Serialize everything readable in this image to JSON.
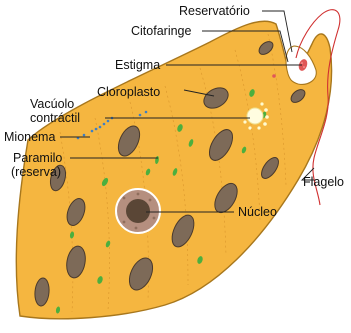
{
  "diagram": {
    "labels": {
      "reservatorio": "Reservatório",
      "citofaringe": "Citofaringe",
      "estigma": "Estigma",
      "cloroplasto": "Cloroplasto",
      "vacuolo_line1": "Vacúolo",
      "vacuolo_line2": "contráctil",
      "mionema": "Mionema",
      "paramilo_line1": "Paramilo",
      "paramilo_line2": "(reserva)",
      "flagelo": "Flagelo",
      "nucleo": "Núcleo"
    },
    "colors": {
      "cell_body": "#f5b640",
      "cell_outline": "#a8771c",
      "chloroplast": "#7d6a58",
      "chloroplast_outline": "#4a3a2c",
      "nucleus": "#5a4636",
      "nucleolus_area": "#b58f7f",
      "paramylon": "#4caf3e",
      "stigma": "#e05858",
      "vacuole": "#fffde0",
      "flagellum": "#d03030",
      "mionema": "#3c7fc8"
    }
  }
}
